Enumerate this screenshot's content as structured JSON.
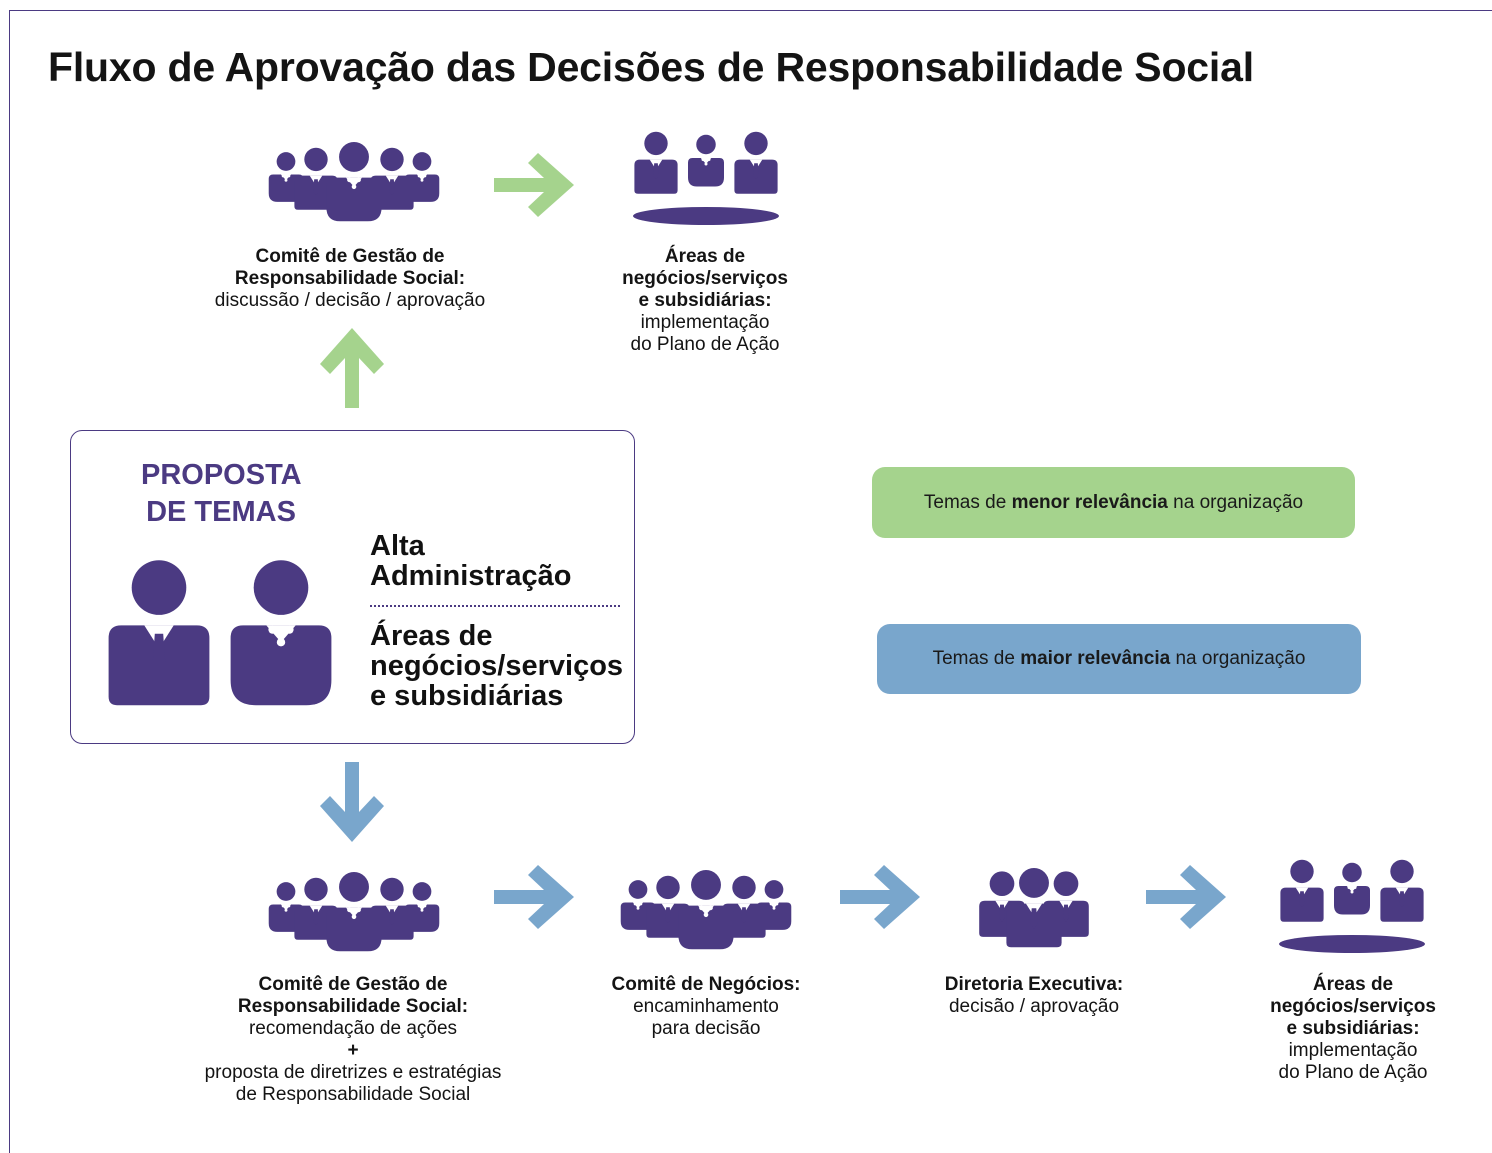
{
  "title": "Fluxo de Aprovação das Decisões de Responsabilidade Social",
  "colors": {
    "purple": "#4b3a82",
    "green_arrow": "#a5d38d",
    "blue_arrow": "#79a6cc"
  },
  "top_flow": {
    "committee": {
      "icon": "group-of-five-people-icon",
      "bold_lines": [
        "Comitê de Gestão de",
        "Responsabilidade Social:"
      ],
      "normal_lines": [
        "discussão / decisão / aprovação"
      ]
    },
    "areas": {
      "icon": "three-people-at-table-icon",
      "bold_lines": [
        "Áreas de",
        "negócios/serviços",
        "e subsidiárias:"
      ],
      "normal_lines": [
        "implementação",
        "do Plano de Ação"
      ]
    }
  },
  "proposal": {
    "title_lines": [
      "PROPOSTA",
      "DE TEMAS"
    ],
    "who_1_lines": [
      "Alta",
      "Administração"
    ],
    "who_2_lines": [
      "Áreas de",
      "negócios/serviços",
      "e subsidiárias"
    ]
  },
  "legend": {
    "green": {
      "prefix": "Temas de ",
      "bold": "menor relevância",
      "suffix": " na organização"
    },
    "blue": {
      "prefix": "Temas de ",
      "bold": "maior relevância",
      "suffix": " na organização"
    }
  },
  "bottom_flow": {
    "committee": {
      "icon": "group-of-five-people-icon",
      "bold_lines": [
        "Comitê de Gestão de",
        "Responsabilidade Social:"
      ],
      "normal_lines": [
        "recomendação de ações"
      ],
      "plus": "+",
      "extra_lines": [
        "proposta de diretrizes e estratégias",
        "de Responsabilidade Social"
      ]
    },
    "business": {
      "icon": "group-of-five-people-icon",
      "bold_lines": [
        "Comitê de Negócios:"
      ],
      "normal_lines": [
        "encaminhamento",
        "para decisão"
      ]
    },
    "board": {
      "icon": "group-of-three-people-icon",
      "bold_lines": [
        "Diretoria Executiva:"
      ],
      "normal_lines": [
        "decisão / aprovação"
      ]
    },
    "areas": {
      "icon": "three-people-at-table-icon",
      "bold_lines": [
        "Áreas de",
        "negócios/serviços",
        "e subsidiárias:"
      ],
      "normal_lines": [
        "implementação",
        "do Plano de Ação"
      ]
    }
  }
}
